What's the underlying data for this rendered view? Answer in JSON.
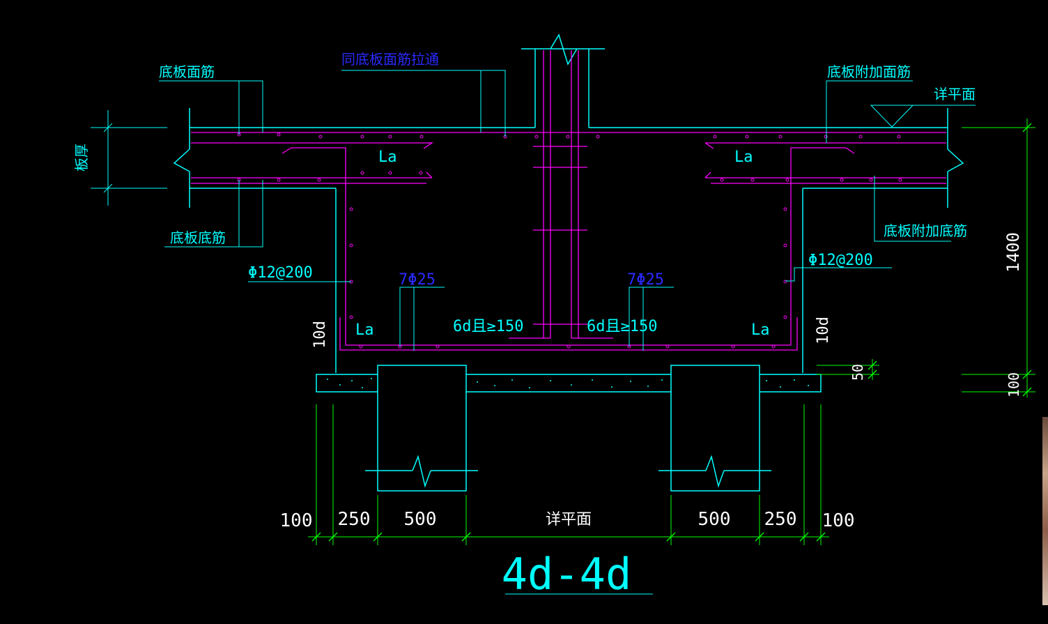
{
  "labels": {
    "top_rebar": "底板面筋",
    "through_rebar": "同底板面筋拉通",
    "extra_top_rebar": "底板附加面筋",
    "see_plan_top": "详平面",
    "slab_thickness": "板厚",
    "bottom_rebar": "底板底筋",
    "extra_bottom_rebar": "底板附加底筋",
    "stirrup_left": "Φ12@200",
    "stirrup_right": "Φ12@200",
    "main_bars_left": "7Φ25",
    "main_bars_right": "7Φ25",
    "la_top_left": "La",
    "la_top_right": "La",
    "la_bot_left": "La",
    "la_bot_right": "La",
    "hook_left": "6d且≥150",
    "hook_right": "6d且≥150",
    "tend_left": "10d",
    "tend_right": "10d",
    "dim_50": "50",
    "dim_1400": "1400",
    "dim_100_right": "100",
    "see_plan_bottom": "详平面",
    "section_title": "4d-4d"
  },
  "bottom_dims": [
    "100",
    "250",
    "500",
    "500",
    "250",
    "100"
  ],
  "colors": {
    "background": "#000000",
    "concrete_line": "#00ffff",
    "rebar": "#ff00ff",
    "leader": "#00ffff",
    "dimension": "#00ff00",
    "label_blue": "#2a2aff",
    "text_white": "#ffffff",
    "text_cyan": "#00ffff"
  }
}
